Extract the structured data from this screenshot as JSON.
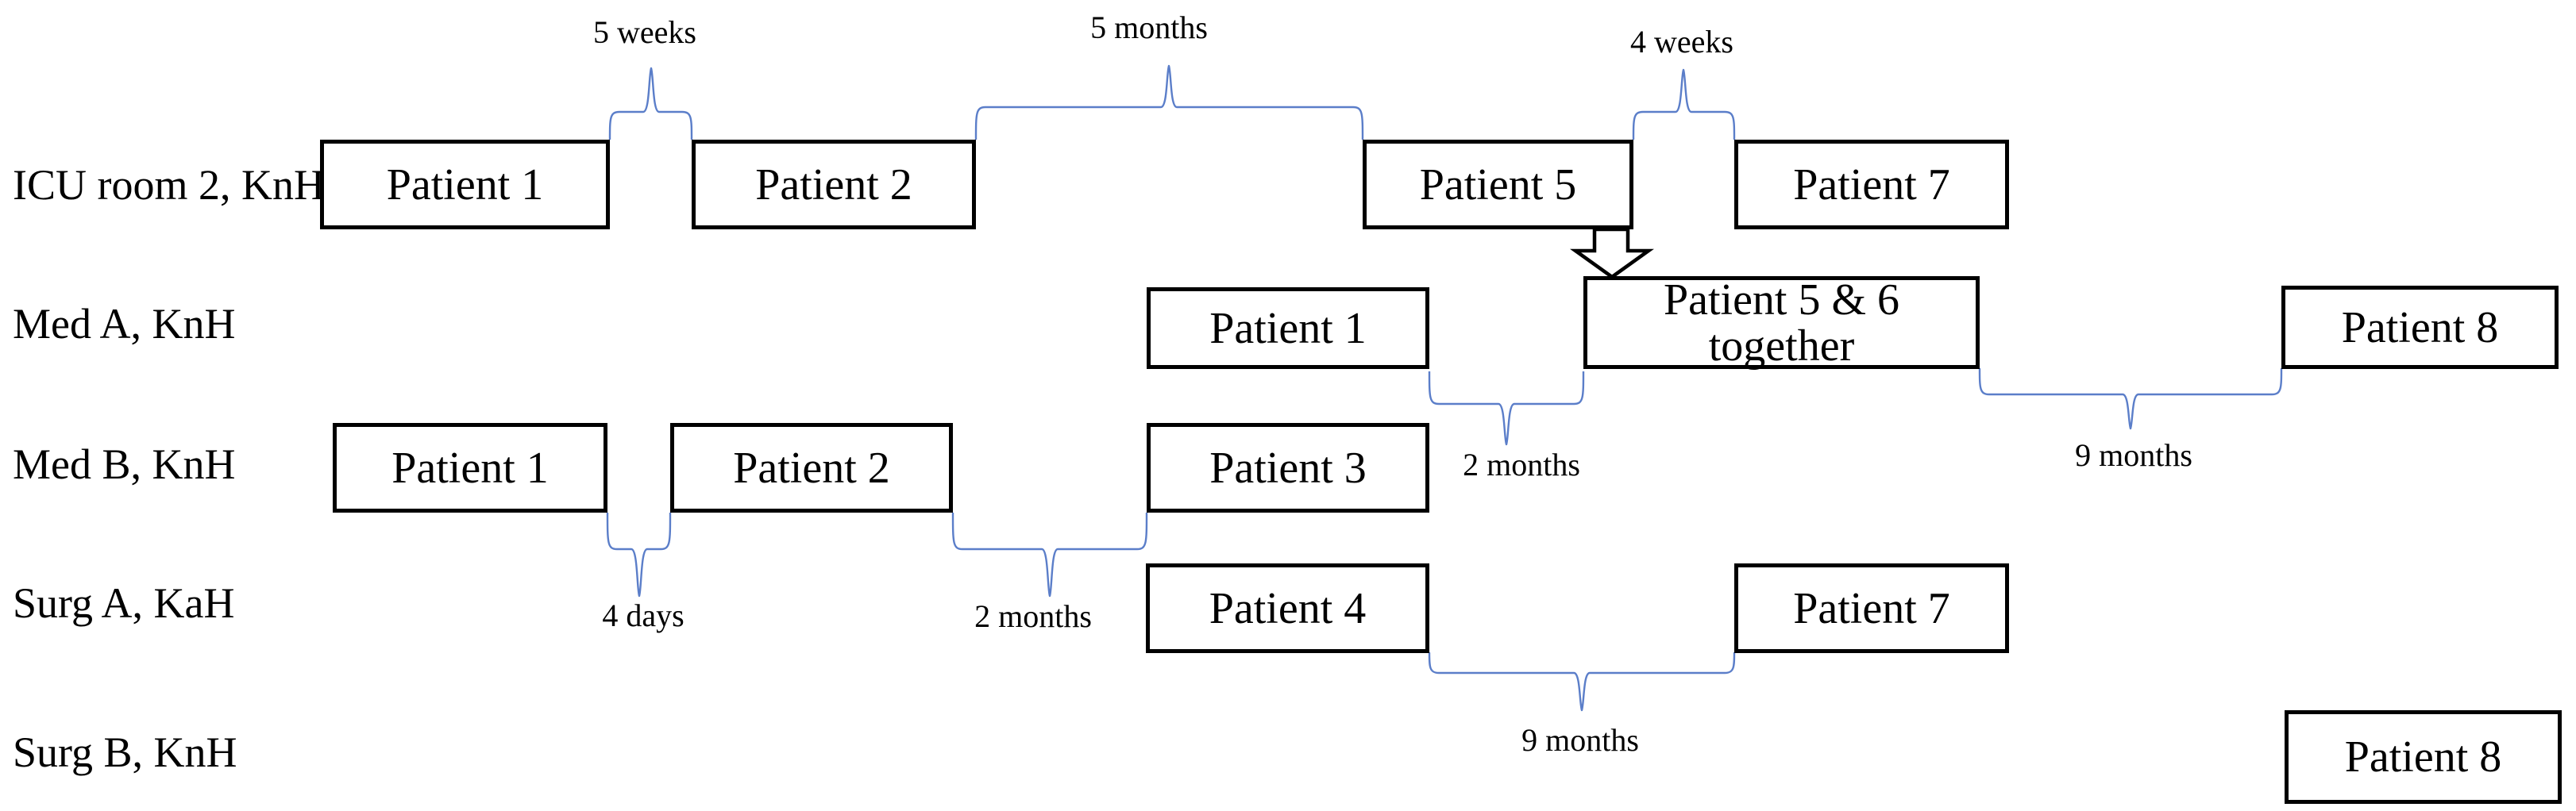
{
  "diagram": {
    "rows": [
      {
        "label": "ICU room 2, KnH",
        "boxes": [
          {
            "label": "Patient 1"
          },
          {
            "label": "Patient 2"
          },
          {
            "label": "Patient 5"
          },
          {
            "label": "Patient 7"
          }
        ]
      },
      {
        "label": "Med A, KnH",
        "boxes": [
          {
            "label": "Patient 1"
          },
          {
            "label_line1": "Patient 5 & 6",
            "label_line2": "together"
          },
          {
            "label": "Patient 8"
          }
        ]
      },
      {
        "label": "Med B, KnH",
        "boxes": [
          {
            "label": "Patient 1"
          },
          {
            "label": "Patient 2"
          },
          {
            "label": "Patient 3"
          }
        ]
      },
      {
        "label": "Surg A, KaH",
        "boxes": [
          {
            "label": "Patient 4"
          },
          {
            "label": "Patient 7"
          }
        ]
      },
      {
        "label": "Surg B, KnH",
        "boxes": [
          {
            "label": "Patient 8"
          }
        ]
      }
    ],
    "durations": [
      {
        "label": "5 weeks",
        "between": "ICU room 2: Patient 1 to Patient 2"
      },
      {
        "label": "5 months",
        "between": "ICU room 2: Patient 2 to Patient 5"
      },
      {
        "label": "4 weeks",
        "between": "ICU room 2: Patient 5 to Patient 7"
      },
      {
        "label": "2 months",
        "between": "Med A: Patient 1 to Patient 5 & 6 together"
      },
      {
        "label": "9 months",
        "between": "Med A: Patient 5 & 6 together to Patient 8"
      },
      {
        "label": "4 days",
        "between": "Med B: Patient 1 to Patient 2"
      },
      {
        "label": "2 months",
        "between": "Med B: Patient 2 to Patient 3"
      },
      {
        "label": "9 months",
        "between": "Surg A: Patient 4 to Patient 7"
      }
    ],
    "transfer_arrow": {
      "from": "ICU room 2, Patient 5",
      "to": "Med A, Patient 5 & 6 together"
    },
    "colors": {
      "brace": "#5B7EC9",
      "box_border": "#000000",
      "arrow_fill": "#FFFFFF",
      "background": "#FFFFFF"
    }
  }
}
